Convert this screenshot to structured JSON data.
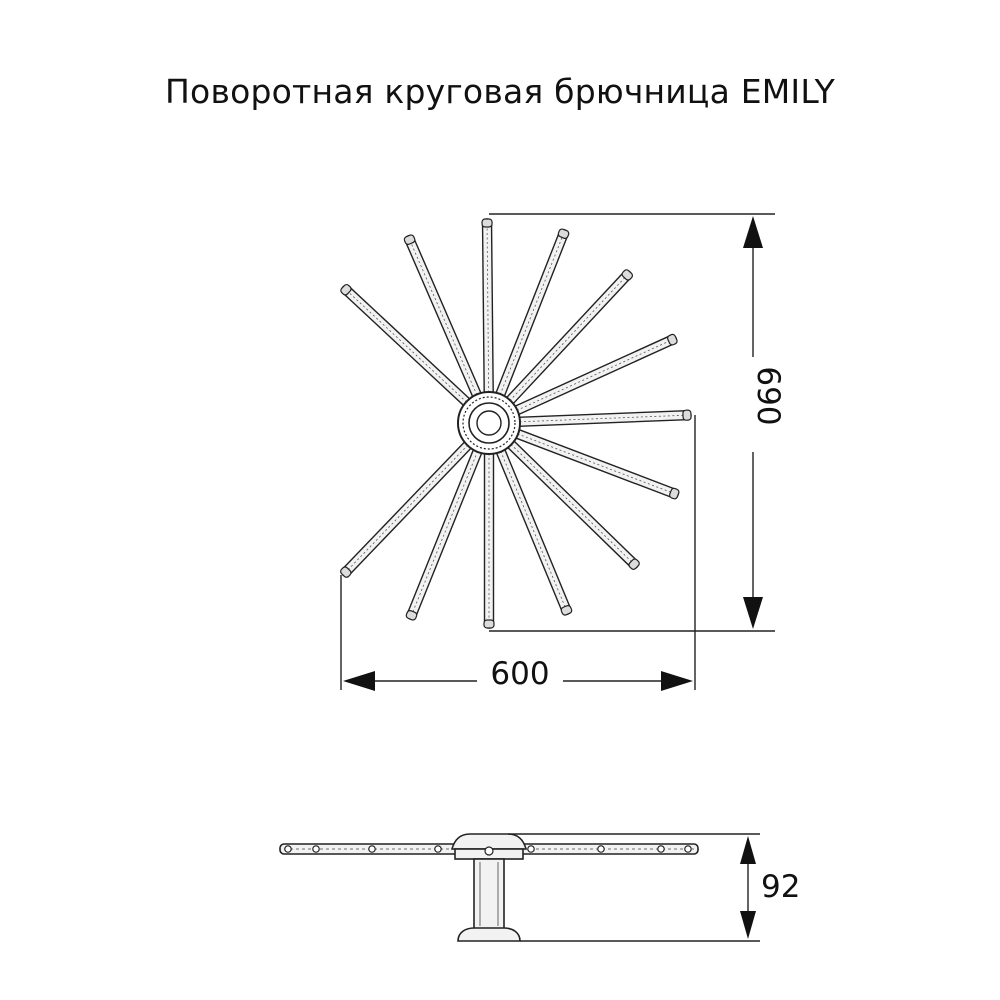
{
  "title": "Поворотная круговая брючница EMILY",
  "dimensions": {
    "width": "600",
    "height": "690",
    "depth": "92"
  },
  "colors": {
    "line": "#222222",
    "rod_fill": "#f2f2f2",
    "text": "#111111"
  }
}
